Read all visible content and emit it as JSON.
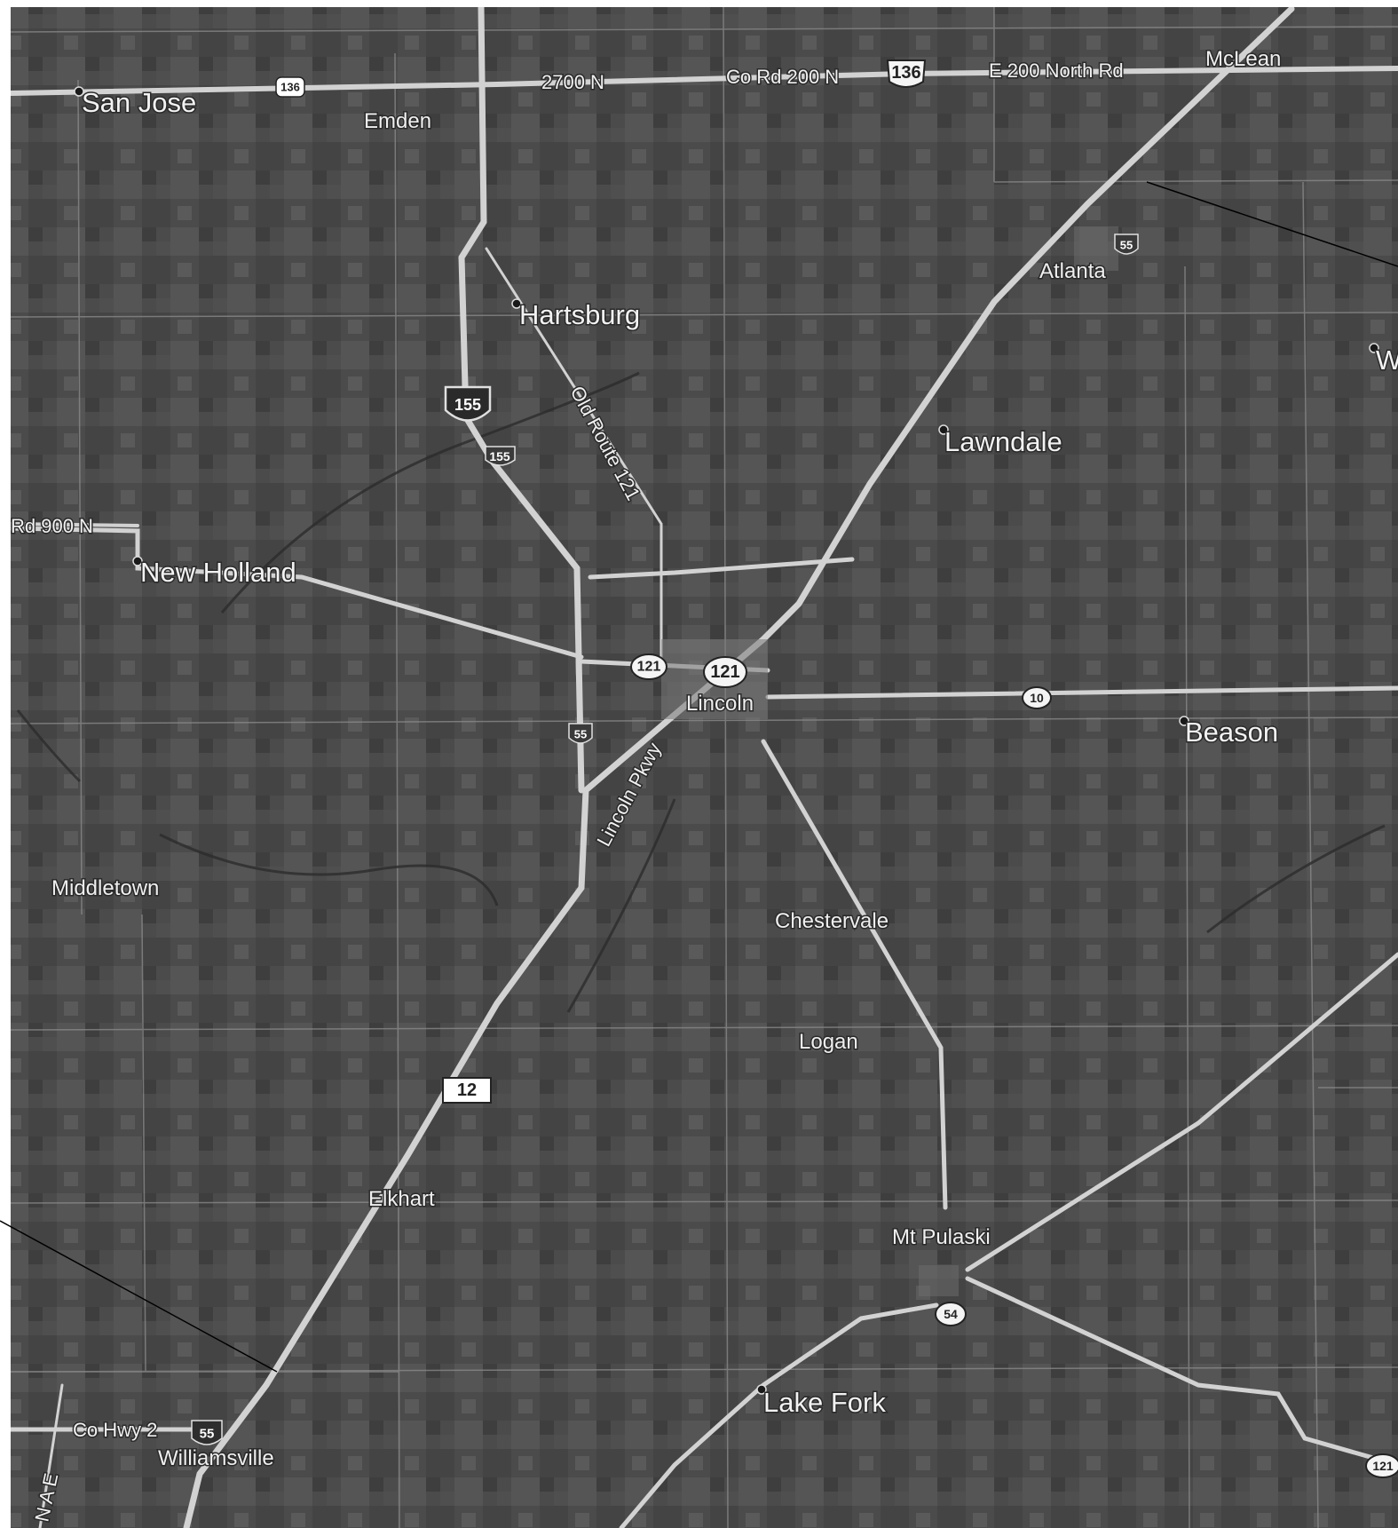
{
  "towns": {
    "san_jose": "San Jose",
    "emden": "Emden",
    "mclean": "McLean",
    "hartsburg": "Hartsburg",
    "atlanta": "Atlanta",
    "lawndale": "Lawndale",
    "w_partial": "W",
    "new_holland": "New Holland",
    "lincoln": "Lincoln",
    "beason": "Beason",
    "middletown": "Middletown",
    "chestervale": "Chestervale",
    "logan": "Logan",
    "elkhart": "Elkhart",
    "mt_pulaski": "Mt Pulaski",
    "lake_fork": "Lake Fork",
    "williamsville": "Williamsville"
  },
  "roads": {
    "n2700": "2700 N",
    "co_rd_200n": "Co Rd 200 N",
    "e200_north": "E 200 North Rd",
    "rd900n": "Rd 900 N",
    "old_route_121": "Old Route 121",
    "lincoln_pkwy": "Lincoln Pkwy",
    "co_hwy_2": "Co Hwy 2",
    "n_ae": "N A E"
  },
  "shields": {
    "us136_small": "136",
    "us136_big": "136",
    "i155_big": "155",
    "i155_small": "155",
    "i55_atlanta": "55",
    "i55_lincoln": "55",
    "i55_williamsville": "55",
    "il121_a": "121",
    "il121_b": "121",
    "il121_se": "121",
    "il10": "10",
    "il54": "54",
    "rt12": "12"
  },
  "colors": {
    "terrain": "#4a4a4a",
    "road_major": "#d2d2d2",
    "road_minor": "#8c8c8c",
    "label_text": "#f2f2f2",
    "pointer_line": "#000000"
  }
}
